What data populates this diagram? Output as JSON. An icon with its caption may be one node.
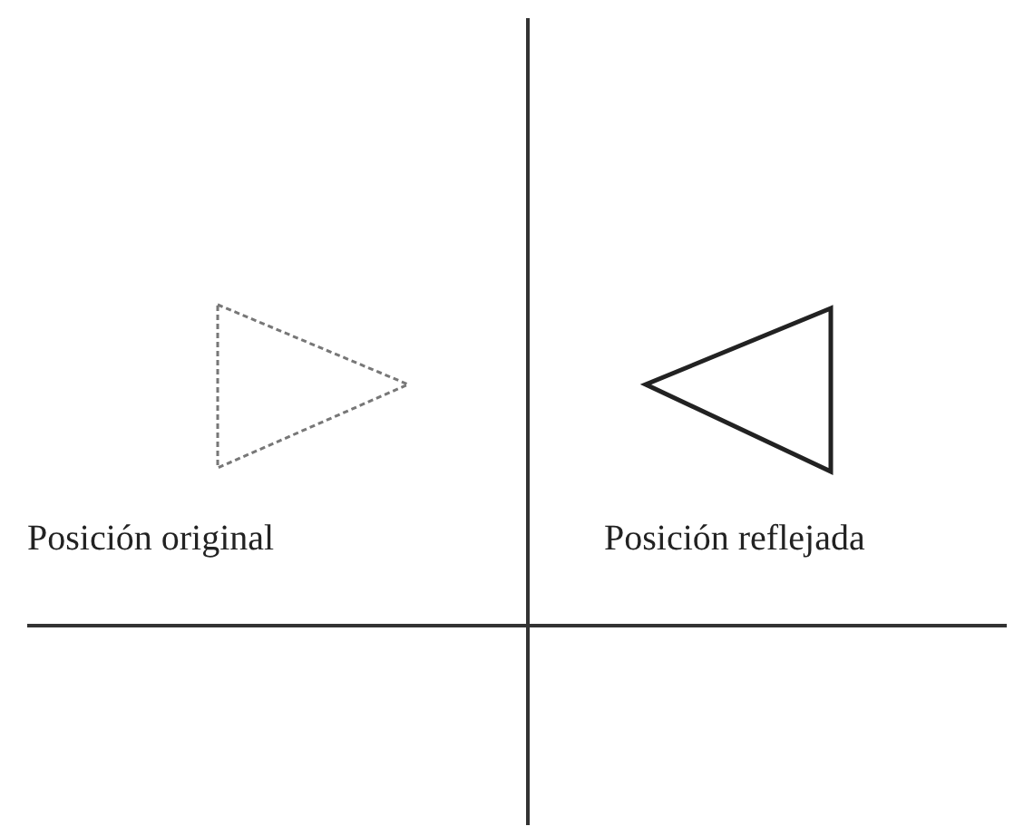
{
  "diagram": {
    "nodes": [
      {
        "text": [],
        "shape": "triangle",
        "beside": [
          "Posición original"
        ]
      },
      {
        "text": [],
        "shape": "triangle",
        "beside": [
          "Posición reflejada"
        ]
      }
    ]
  }
}
